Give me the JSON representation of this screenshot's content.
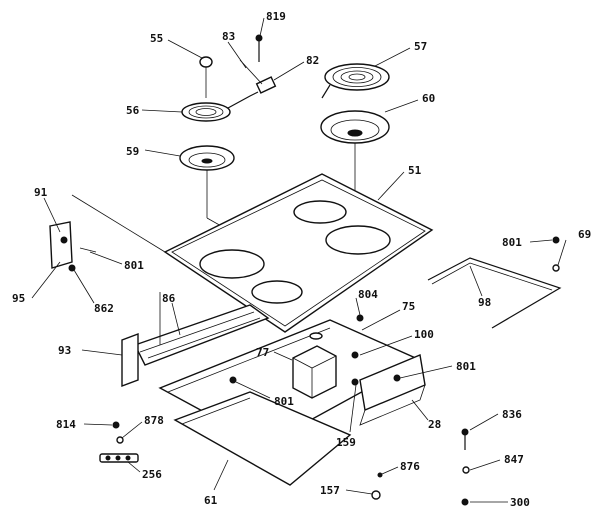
{
  "callouts": [
    {
      "id": "c55",
      "text": "55"
    },
    {
      "id": "c83",
      "text": "83"
    },
    {
      "id": "c819",
      "text": "819"
    },
    {
      "id": "c57",
      "text": "57"
    },
    {
      "id": "c82",
      "text": "82"
    },
    {
      "id": "c56",
      "text": "56"
    },
    {
      "id": "c60",
      "text": "60"
    },
    {
      "id": "c59",
      "text": "59"
    },
    {
      "id": "c51",
      "text": "51"
    },
    {
      "id": "c91",
      "text": "91"
    },
    {
      "id": "c801a",
      "text": "801"
    },
    {
      "id": "c95",
      "text": "95"
    },
    {
      "id": "c862",
      "text": "862"
    },
    {
      "id": "c86",
      "text": "86"
    },
    {
      "id": "c804",
      "text": "804"
    },
    {
      "id": "c75",
      "text": "75"
    },
    {
      "id": "c801b",
      "text": "801"
    },
    {
      "id": "c69",
      "text": "69"
    },
    {
      "id": "c98",
      "text": "98"
    },
    {
      "id": "c93",
      "text": "93"
    },
    {
      "id": "c77",
      "text": "77"
    },
    {
      "id": "c100",
      "text": "100"
    },
    {
      "id": "c801c",
      "text": "801"
    },
    {
      "id": "c801d",
      "text": "801"
    },
    {
      "id": "c814",
      "text": "814"
    },
    {
      "id": "c878",
      "text": "878"
    },
    {
      "id": "c159",
      "text": "159"
    },
    {
      "id": "c28",
      "text": "28"
    },
    {
      "id": "c836",
      "text": "836"
    },
    {
      "id": "c256",
      "text": "256"
    },
    {
      "id": "c847",
      "text": "847"
    },
    {
      "id": "c876",
      "text": "876"
    },
    {
      "id": "c61",
      "text": "61"
    },
    {
      "id": "c157",
      "text": "157"
    },
    {
      "id": "c300",
      "text": "300"
    }
  ]
}
